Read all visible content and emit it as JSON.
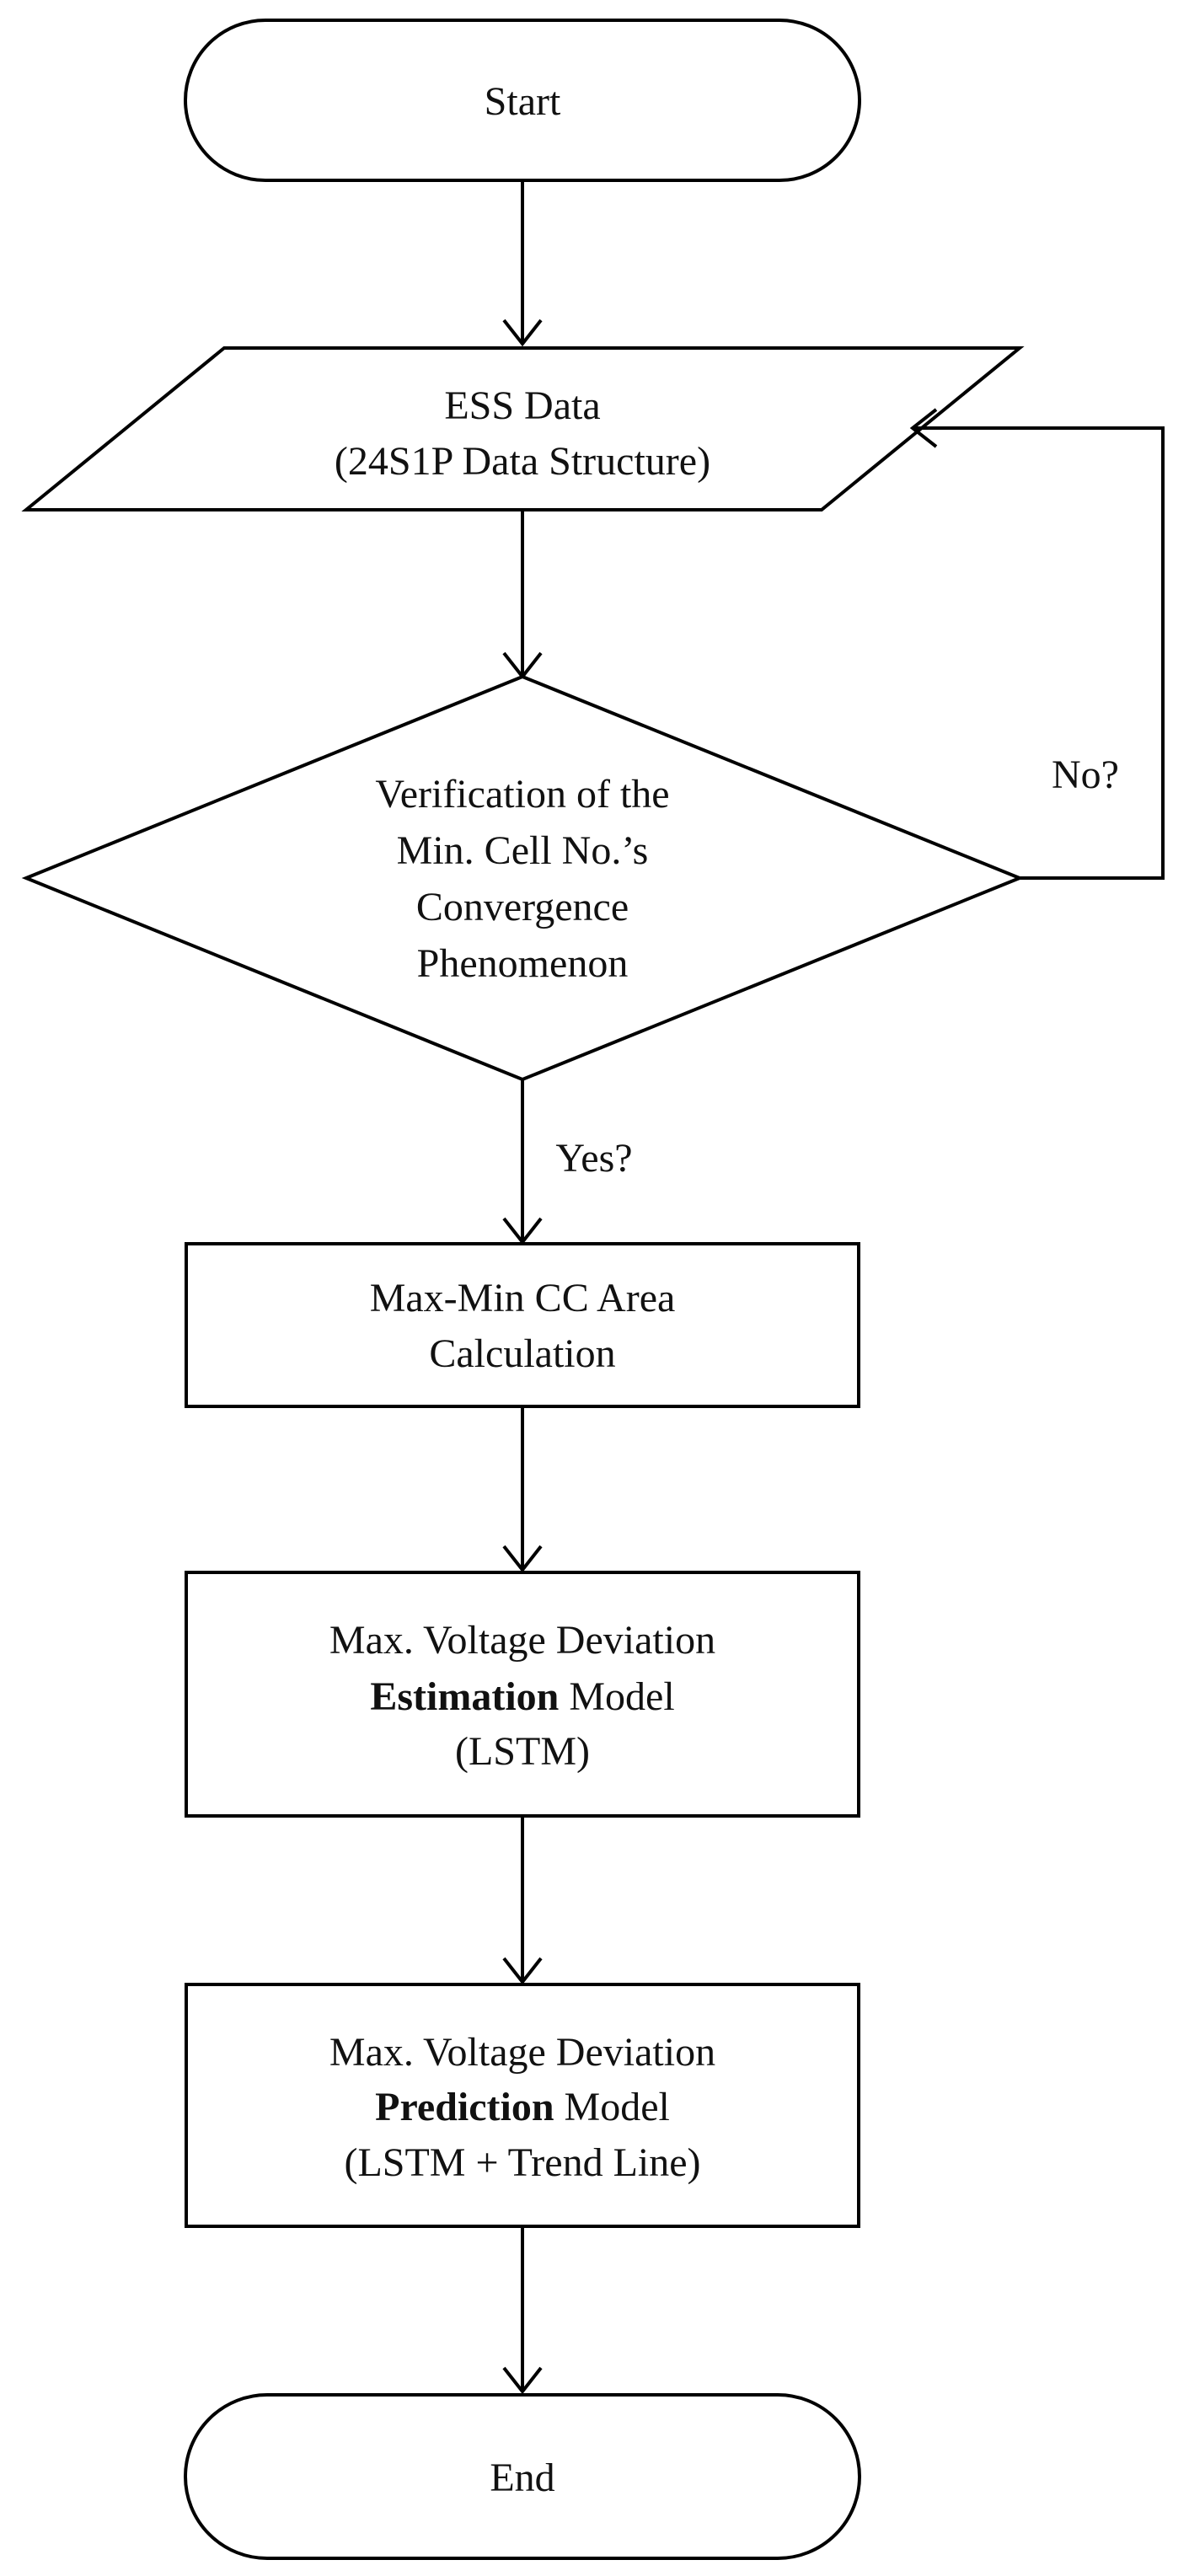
{
  "nodes": {
    "start": {
      "label": "Start"
    },
    "ess_data": {
      "line1": "ESS Data",
      "line2": "(24S1P Data Structure)"
    },
    "verification": {
      "line1": "Verification of the",
      "line2": "Min. Cell No.’s",
      "line3": "Convergence",
      "line4": "Phenomenon"
    },
    "area_calc": {
      "line1": "Max-Min CC Area",
      "line2": "Calculation"
    },
    "estimation": {
      "line1": "Max. Voltage Deviation",
      "line2_bold": "Estimation",
      "line2_rest": " Model",
      "line3": "(LSTM)"
    },
    "prediction": {
      "line1": "Max. Voltage Deviation",
      "line2_bold": "Prediction",
      "line2_rest": " Model",
      "line3": "(LSTM + Trend Line)"
    },
    "end": {
      "label": "End"
    }
  },
  "edges": {
    "no_label": "No?",
    "yes_label": "Yes?"
  }
}
